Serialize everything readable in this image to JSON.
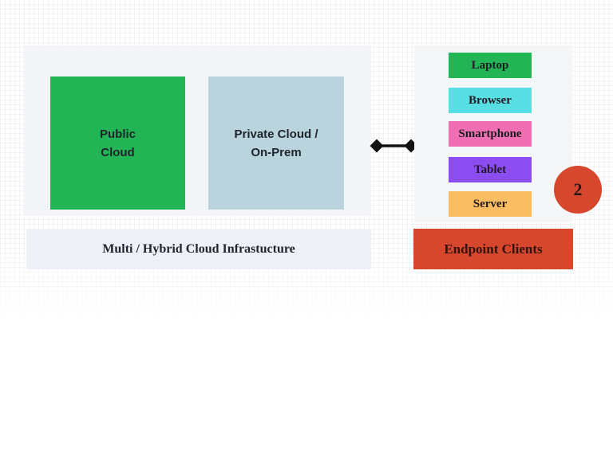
{
  "colors": {
    "panel_left_bg": "#f3f5f9",
    "panel_right_bg": "#f5f6f7",
    "strip_bg": "#edf0f6",
    "public_cloud": "#23b455",
    "private_cloud": "#b9d4dd",
    "endpoint_banner": "#d6472e",
    "badge_bg": "#d6472e",
    "connector": "#121212"
  },
  "cloud": {
    "public_label": "Public\nCloud",
    "private_label": "Private Cloud /\nOn-Prem",
    "caption": "Multi / Hybrid Cloud Infrastucture"
  },
  "endpoints": {
    "devices": [
      {
        "label": "Laptop",
        "color": "#23b455"
      },
      {
        "label": "Browser",
        "color": "#58dfe3"
      },
      {
        "label": "Smartphone",
        "color": "#f06fb2"
      },
      {
        "label": "Tablet",
        "color": "#8b4cf0"
      },
      {
        "label": "Server",
        "color": "#fabd62"
      }
    ],
    "caption": "Endpoint Clients"
  },
  "badge": {
    "value": "2"
  }
}
